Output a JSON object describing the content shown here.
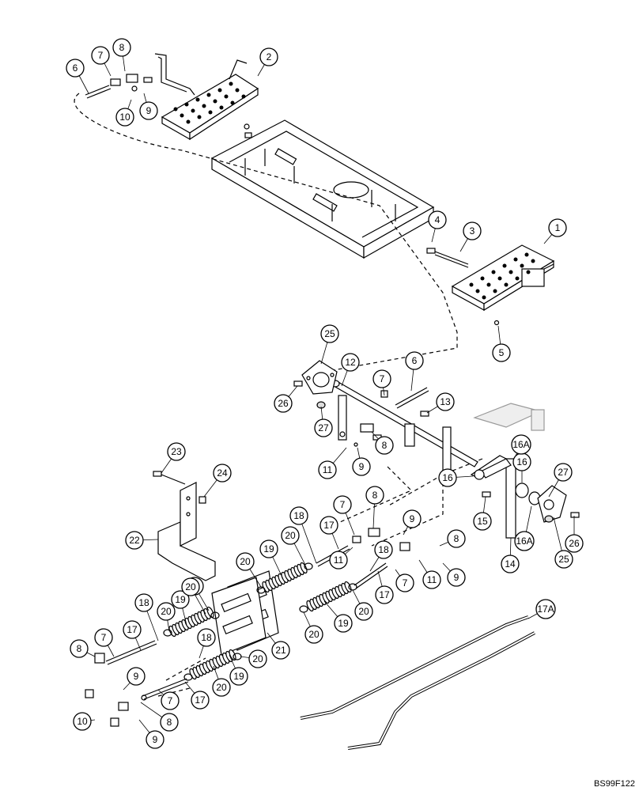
{
  "diagram": {
    "drawing_code": "BS99F122",
    "callouts": [
      {
        "id": "c1",
        "label": "1"
      },
      {
        "id": "c2",
        "label": "2"
      },
      {
        "id": "c3",
        "label": "3"
      },
      {
        "id": "c4",
        "label": "4"
      },
      {
        "id": "c5",
        "label": "5"
      },
      {
        "id": "c6a",
        "label": "6"
      },
      {
        "id": "c6b",
        "label": "6"
      },
      {
        "id": "c7a",
        "label": "7"
      },
      {
        "id": "c7b",
        "label": "7"
      },
      {
        "id": "c7c",
        "label": "7"
      },
      {
        "id": "c7d",
        "label": "7"
      },
      {
        "id": "c7e",
        "label": "7"
      },
      {
        "id": "c7f",
        "label": "7"
      },
      {
        "id": "c8a",
        "label": "8"
      },
      {
        "id": "c8b",
        "label": "8"
      },
      {
        "id": "c8c",
        "label": "8"
      },
      {
        "id": "c8d",
        "label": "8"
      },
      {
        "id": "c8e",
        "label": "8"
      },
      {
        "id": "c8f",
        "label": "8"
      },
      {
        "id": "c9a",
        "label": "9"
      },
      {
        "id": "c9b",
        "label": "9"
      },
      {
        "id": "c9c",
        "label": "9"
      },
      {
        "id": "c9d",
        "label": "9"
      },
      {
        "id": "c9e",
        "label": "9"
      },
      {
        "id": "c9f",
        "label": "9"
      },
      {
        "id": "c10a",
        "label": "10"
      },
      {
        "id": "c10b",
        "label": "10"
      },
      {
        "id": "c11a",
        "label": "11"
      },
      {
        "id": "c11b",
        "label": "11"
      },
      {
        "id": "c11c",
        "label": "11"
      },
      {
        "id": "c12",
        "label": "12"
      },
      {
        "id": "c13",
        "label": "13"
      },
      {
        "id": "c14",
        "label": "14"
      },
      {
        "id": "c15",
        "label": "15"
      },
      {
        "id": "c16a",
        "label": "16"
      },
      {
        "id": "c16b",
        "label": "16"
      },
      {
        "id": "c16A1",
        "label": "16A"
      },
      {
        "id": "c16A2",
        "label": "16A"
      },
      {
        "id": "c17a",
        "label": "17"
      },
      {
        "id": "c17b",
        "label": "17"
      },
      {
        "id": "c17c",
        "label": "17"
      },
      {
        "id": "c17d",
        "label": "17"
      },
      {
        "id": "c17A",
        "label": "17A"
      },
      {
        "id": "c18a",
        "label": "18"
      },
      {
        "id": "c18b",
        "label": "18"
      },
      {
        "id": "c18c",
        "label": "18"
      },
      {
        "id": "c18d",
        "label": "18"
      },
      {
        "id": "c19a",
        "label": "19"
      },
      {
        "id": "c19b",
        "label": "19"
      },
      {
        "id": "c19c",
        "label": "19"
      },
      {
        "id": "c19d",
        "label": "19"
      },
      {
        "id": "c20a",
        "label": "20"
      },
      {
        "id": "c20b",
        "label": "20"
      },
      {
        "id": "c20c",
        "label": "20"
      },
      {
        "id": "c20d",
        "label": "20"
      },
      {
        "id": "c20e",
        "label": "20"
      },
      {
        "id": "c20f",
        "label": "20"
      },
      {
        "id": "c20g",
        "label": "20"
      },
      {
        "id": "c20h",
        "label": "20"
      },
      {
        "id": "c20i",
        "label": "20"
      },
      {
        "id": "c21",
        "label": "21"
      },
      {
        "id": "c22",
        "label": "22"
      },
      {
        "id": "c23",
        "label": "23"
      },
      {
        "id": "c24",
        "label": "24"
      },
      {
        "id": "c25a",
        "label": "25"
      },
      {
        "id": "c25b",
        "label": "25"
      },
      {
        "id": "c26a",
        "label": "26"
      },
      {
        "id": "c26b",
        "label": "26"
      },
      {
        "id": "c27a",
        "label": "27"
      },
      {
        "id": "c27b",
        "label": "27"
      }
    ]
  }
}
